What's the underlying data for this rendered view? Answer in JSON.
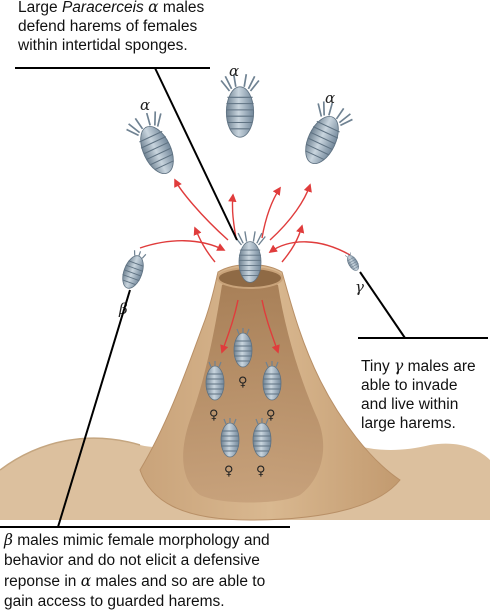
{
  "captions": {
    "top": {
      "part1": "Large ",
      "genus": "Paracerceis",
      "symbol": "α",
      "part2": " males",
      "line2": "defend harems of females",
      "line3": "within intertidal sponges."
    },
    "right": {
      "part1": "Tiny ",
      "symbol": "γ",
      "part2": " males are",
      "line2": "able to invade",
      "line3": "and live within",
      "line4": "large harems."
    },
    "bottom": {
      "symbol": "β",
      "part1": " males mimic female morphology and",
      "line2": "behavior and do not elicit a defensive",
      "line3_part1": "reponse in ",
      "line3_symbol": "α",
      "line3_part2": " males and so are able to",
      "line4": "gain access to guarded harems."
    }
  },
  "labels": {
    "alpha_left": "α",
    "alpha_center": "α",
    "alpha_right": "α",
    "beta": "β",
    "gamma": "γ",
    "female_symbol": "♀"
  },
  "colors": {
    "sponge_outer": "#cda57c",
    "sponge_inner": "#b58a5e",
    "ground": "#dcc09e",
    "isopod": "#8fa3b3",
    "arrow": "#e03c3c"
  }
}
